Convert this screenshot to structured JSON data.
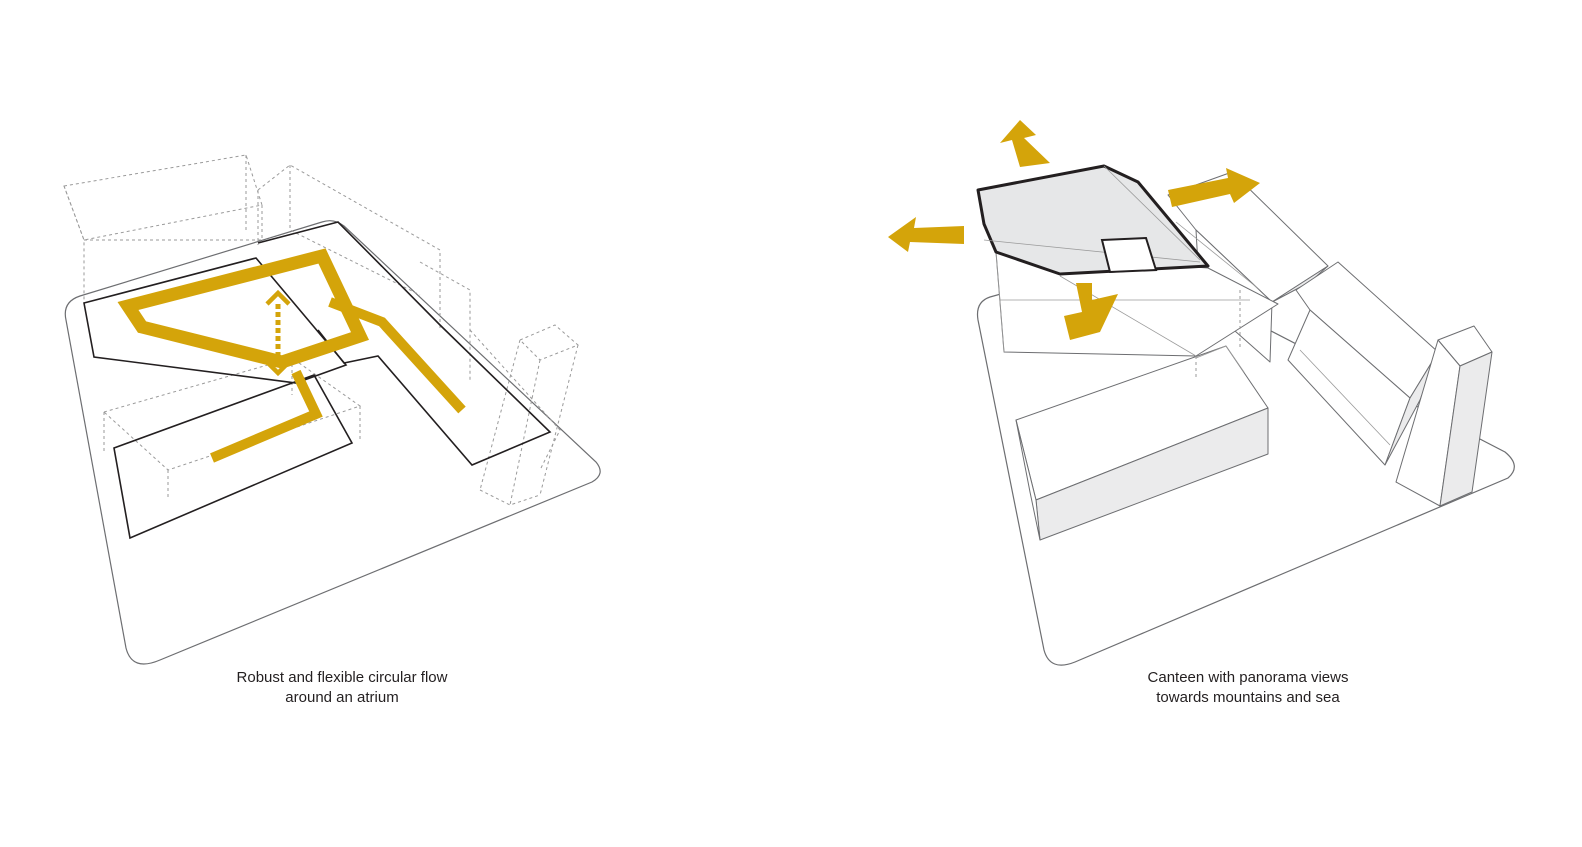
{
  "left_panel": {
    "caption_line1": "Robust and flexible circular flow",
    "caption_line2": "around an atrium"
  },
  "right_panel": {
    "caption_line1": "Canteen with panorama views",
    "caption_line2": "towards mountains and sea"
  },
  "colors": {
    "accent": "#d4a40a",
    "outline": "#231f20",
    "site_line": "#6d6e71",
    "ghost_line": "#9a9a9a",
    "volume_fill": "#ebebec"
  },
  "icons": {
    "view_arrows": [
      "arrow-up-icon",
      "arrow-left-icon",
      "arrow-right-icon",
      "arrow-down-icon"
    ],
    "vertical_flow": "double-arrow-icon"
  }
}
